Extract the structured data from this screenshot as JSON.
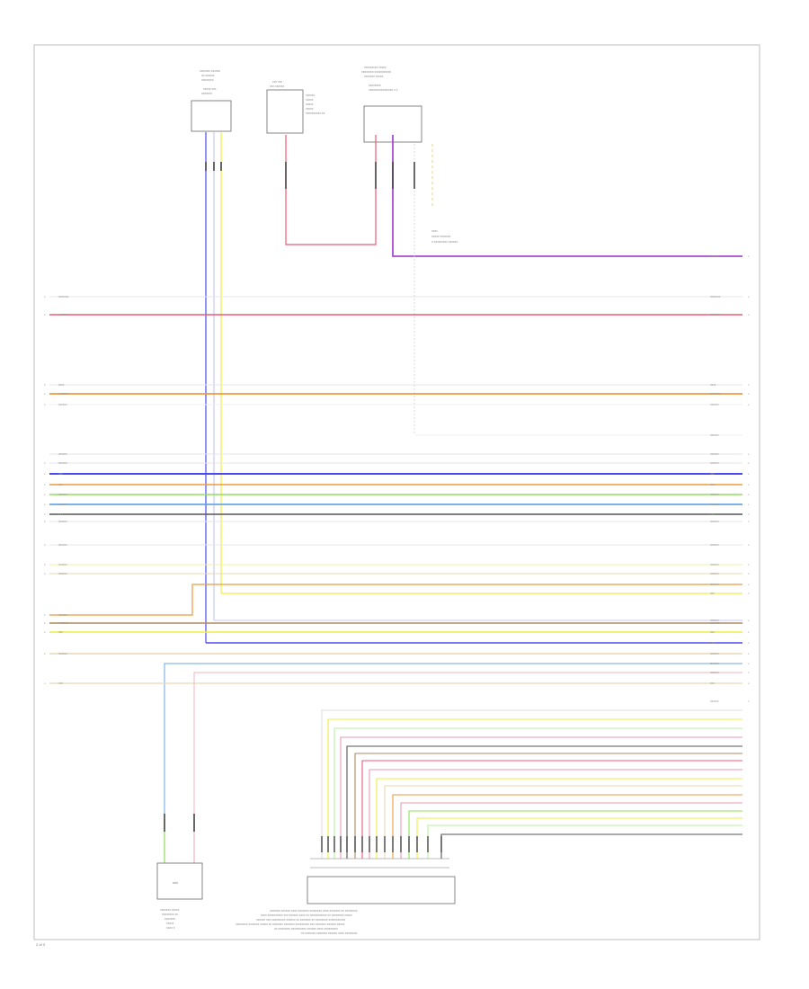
{
  "page_number": "2 of 3",
  "colors": {
    "red": "#ec5a76",
    "violet": "#a94ad1",
    "blue": "#4a4af0",
    "yellow": "#efef44",
    "orange": "#ee9a3c",
    "green": "#8ee05a",
    "light_blue": "#6aa7e8",
    "black": "#555555",
    "brown": "#b08a60",
    "white": "#dedede",
    "tan": "#ead7b3",
    "light_green": "#b8f0a0",
    "pink": "#f3b0bc"
  },
  "components": [
    {
      "id": "top-sensor",
      "label": ""
    },
    {
      "id": "fuse-box",
      "label": ""
    },
    {
      "id": "top-switch",
      "label": ""
    },
    {
      "id": "bottom-left-sensor",
      "label": ""
    },
    {
      "id": "bottom-module",
      "label": ""
    }
  ],
  "wires": [
    {
      "id": "w-red-hot",
      "color": "red",
      "y_label_left": "",
      "y_label_right": ""
    },
    {
      "id": "w-orange",
      "color": "orange",
      "y_label_left": "",
      "y_label_right": ""
    },
    {
      "id": "w-blue",
      "color": "blue"
    },
    {
      "id": "w-yellow",
      "color": "yellow"
    },
    {
      "id": "w-green",
      "color": "green"
    },
    {
      "id": "w-lblue",
      "color": "light_blue"
    },
    {
      "id": "w-black",
      "color": "black"
    }
  ]
}
